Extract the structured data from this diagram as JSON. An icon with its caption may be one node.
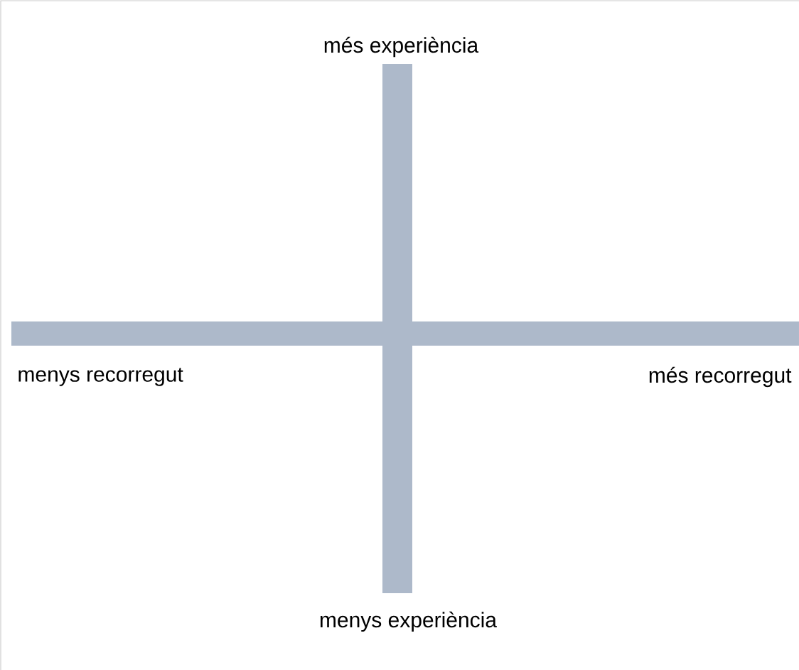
{
  "diagram": {
    "labels": [
      "més experiència",
      "menys recorregut",
      "més recorregut",
      "menys experiència"
    ]
  }
}
